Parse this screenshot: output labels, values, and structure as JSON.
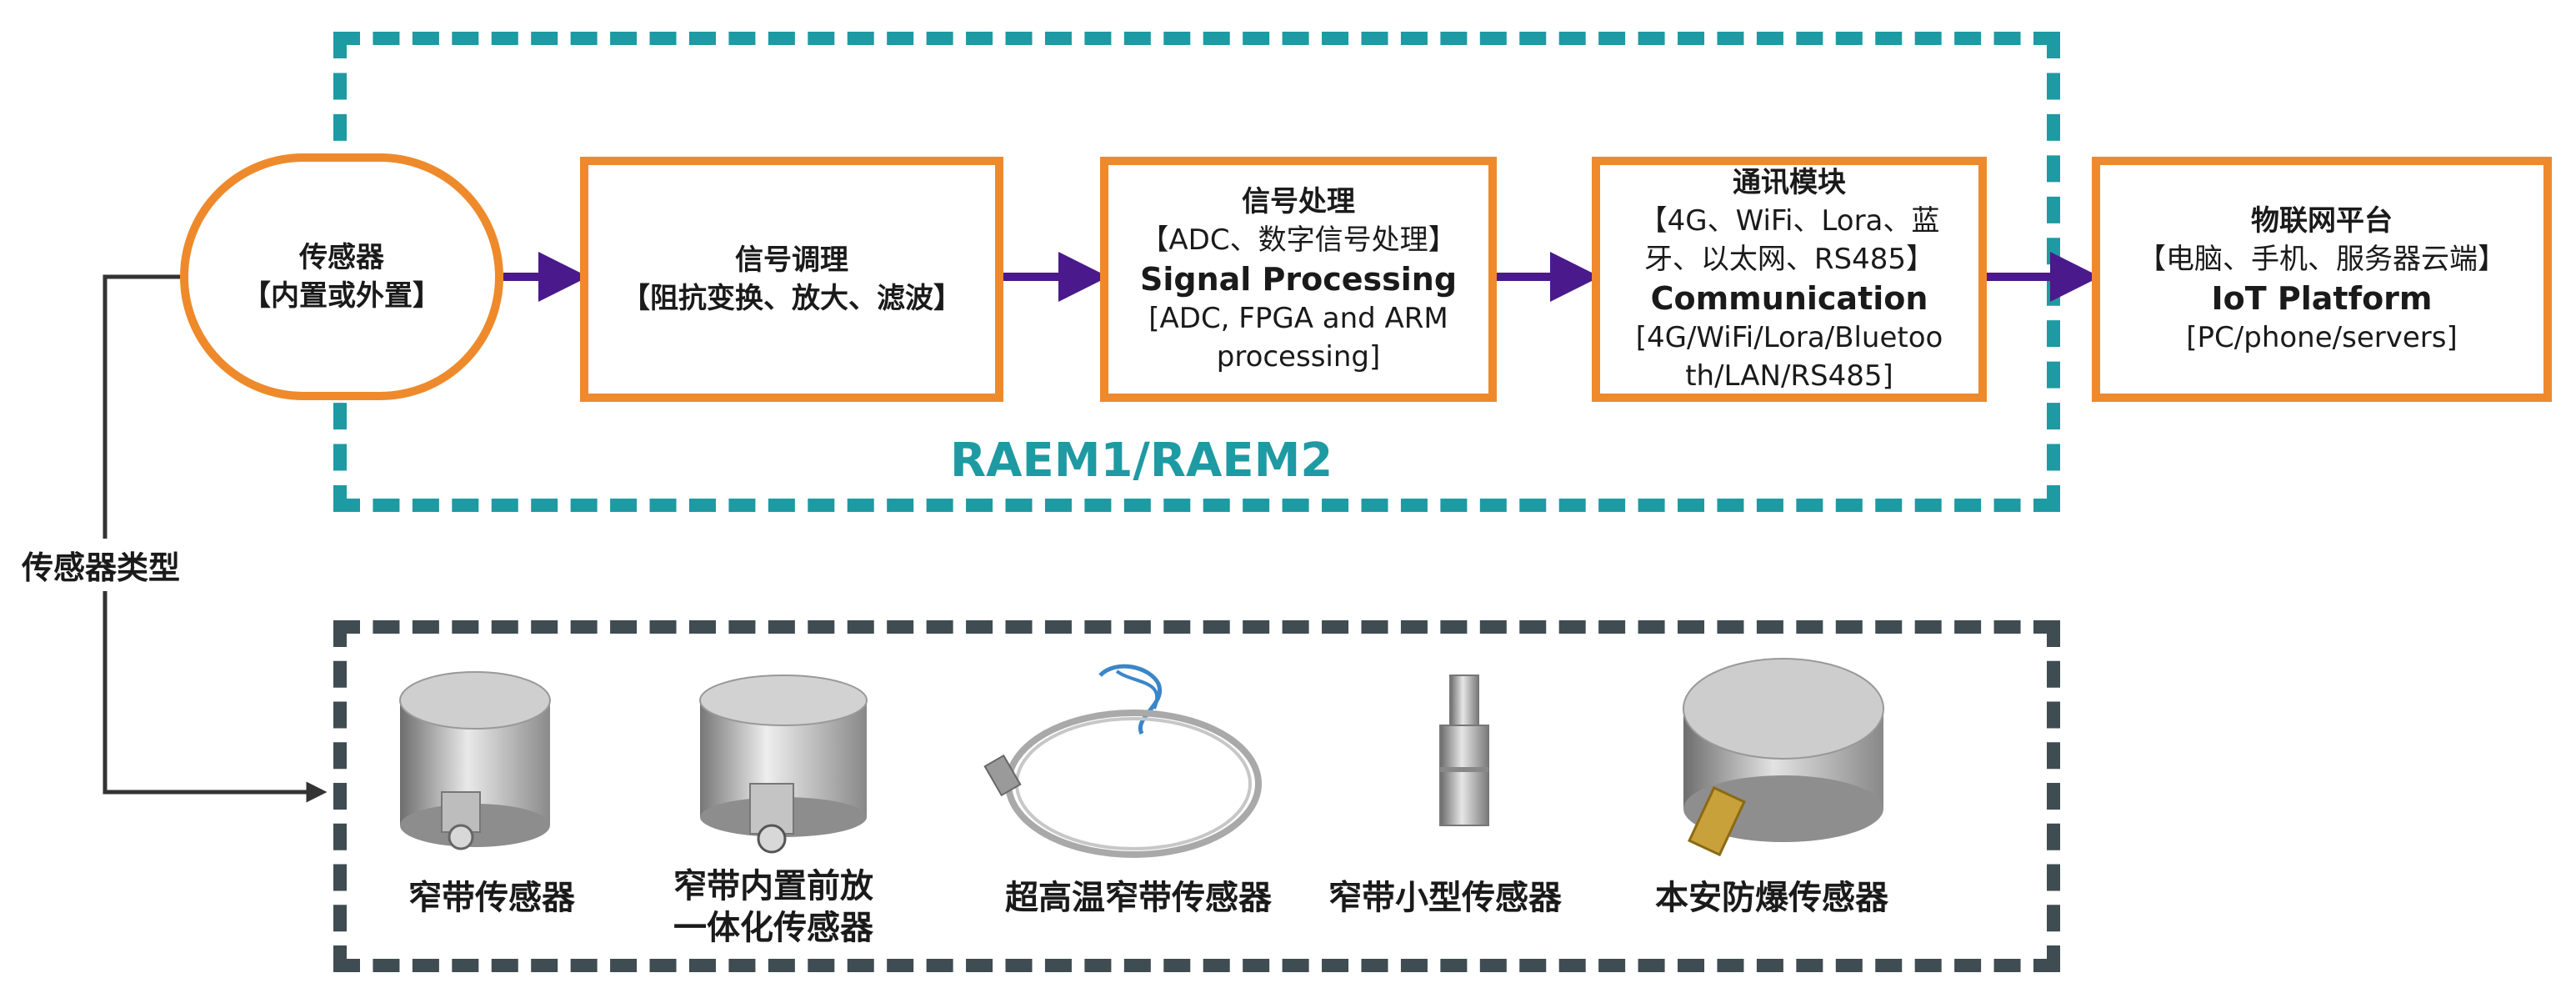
{
  "boxes": {
    "sensor": {
      "title": "传感器",
      "sub": "【内置或外置】"
    },
    "conditioning": {
      "title": "信号调理",
      "sub": "【阻抗变换、放大、滤波】"
    },
    "processing": {
      "title": "信号处理",
      "sub_cn": "【ADC、数字信号处理】",
      "title_en": "Signal Processing",
      "sub_en_1": "[ADC, FPGA and ARM",
      "sub_en_2": "processing]"
    },
    "communication": {
      "title": "通讯模块",
      "sub_cn_1": "【4G、WiFi、Lora、蓝",
      "sub_cn_2": "牙、以太网、RS485】",
      "title_en": "Communication",
      "sub_en_1": "[4G/WiFi/Lora/Bluetoo",
      "sub_en_2": "th/LAN/RS485]"
    },
    "iot": {
      "title": "物联网平台",
      "sub_cn": "【电脑、手机、服务器云端】",
      "title_en": "IoT Platform",
      "sub_en": "[PC/phone/servers]"
    }
  },
  "group_label": "RAEM1/RAEM2",
  "sensor_types_label": "传感器类型",
  "sensors": [
    {
      "label": "窄带传感器"
    },
    {
      "label_1": "窄带内置前放",
      "label_2": "一体化传感器"
    },
    {
      "label": "超高温窄带传感器"
    },
    {
      "label": "窄带小型传感器"
    },
    {
      "label": "本安防爆传感器"
    }
  ],
  "colors": {
    "orange": "#ee8a2b",
    "teal": "#1e9aa3",
    "purple": "#4a1a8c",
    "grey": "#3f4c52"
  }
}
